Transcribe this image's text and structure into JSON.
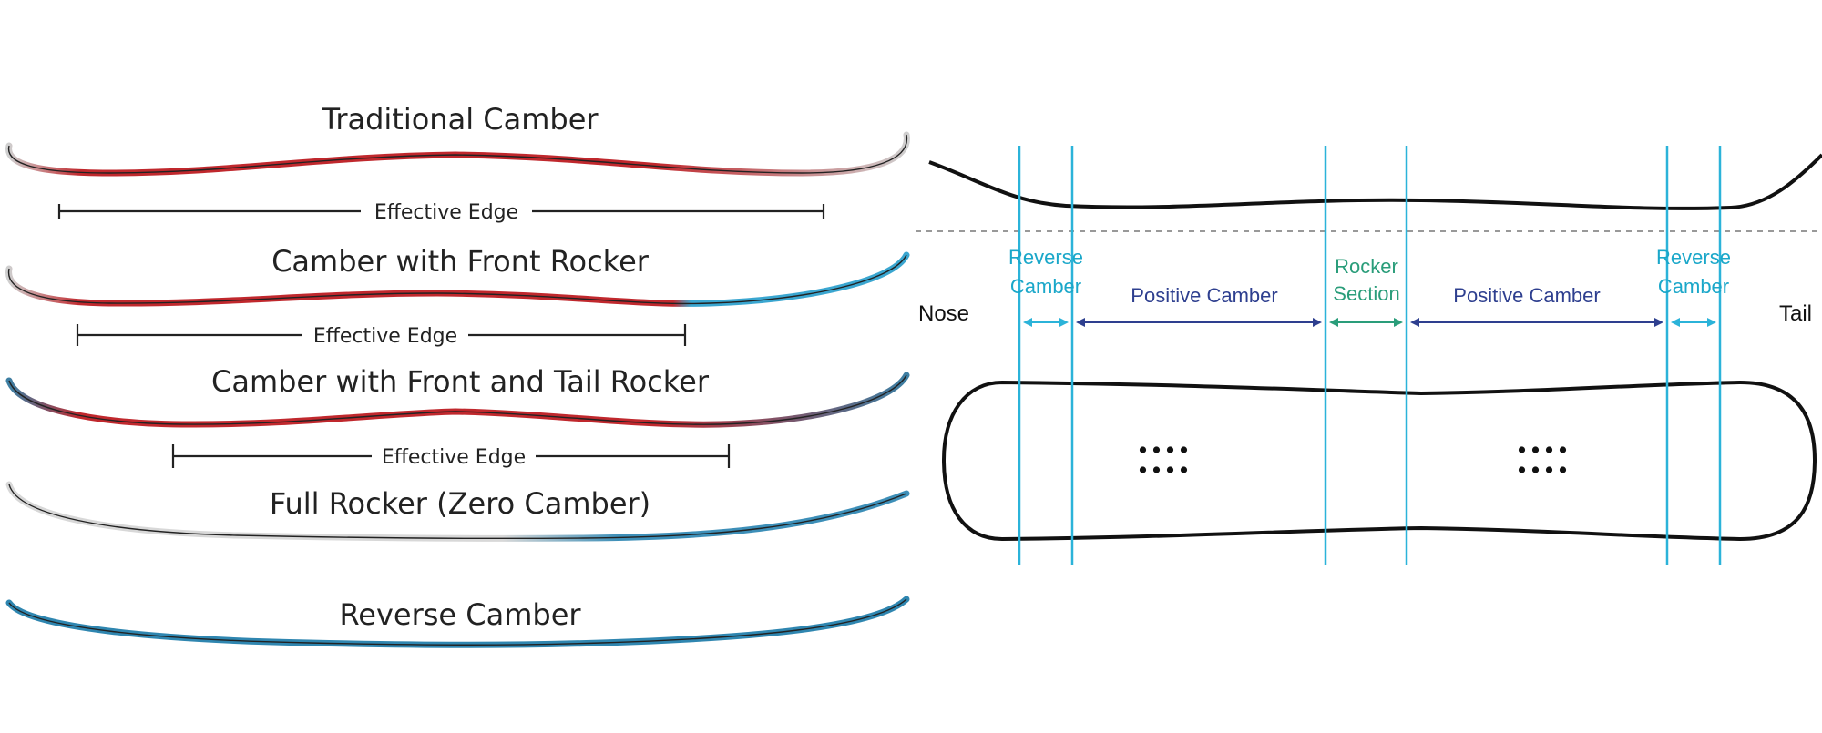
{
  "left_panel": {
    "profiles": [
      {
        "title": "Traditional Camber",
        "edge_label": "Effective Edge",
        "colors": [
          "#cfcfcf",
          "#c0282d",
          "#c0282d",
          "#cfcfcf"
        ]
      },
      {
        "title": "Camber with Front Rocker",
        "edge_label": "Effective Edge",
        "colors": [
          "#cfcfcf",
          "#c0282d",
          "#c0282d",
          "#3aa6d0"
        ]
      },
      {
        "title": "Camber with Front and Tail Rocker",
        "edge_label": "Effective Edge",
        "colors": [
          "#3d7fa3",
          "#c0282d",
          "#c0282d",
          "#3d7fa3"
        ]
      },
      {
        "title": "Full Rocker (Zero Camber)",
        "edge_label": "",
        "colors": [
          "#d8d8d8",
          "#d8d8d8",
          "#3d8fb8",
          "#3d8fb8"
        ]
      },
      {
        "title": "Reverse Camber",
        "edge_label": "",
        "colors": [
          "#2f86b0",
          "#2f86b0",
          "#2f86b0",
          "#2f86b0"
        ]
      }
    ]
  },
  "right_panel": {
    "nose_label": "Nose",
    "tail_label": "Tail",
    "zones": [
      {
        "line1": "Reverse",
        "line2": "Camber",
        "kind": "cyan"
      },
      {
        "line1": "Positive Camber",
        "line2": "",
        "kind": "navy"
      },
      {
        "line1": "Rocker",
        "line2": "Section",
        "kind": "green"
      },
      {
        "line1": "Positive Camber",
        "line2": "",
        "kind": "navy"
      },
      {
        "line1": "Reverse",
        "line2": "Camber",
        "kind": "cyan"
      }
    ],
    "colors": {
      "guide_line": "#2bb3d9",
      "reverse_arrow": "#2bb3d9",
      "positive_arrow": "#2e3f8f",
      "rocker_arrow": "#2a9d7a",
      "outline": "#111111",
      "dashed_line": "#999999"
    },
    "insert_pattern": {
      "rows": 2,
      "columns": 4
    }
  }
}
